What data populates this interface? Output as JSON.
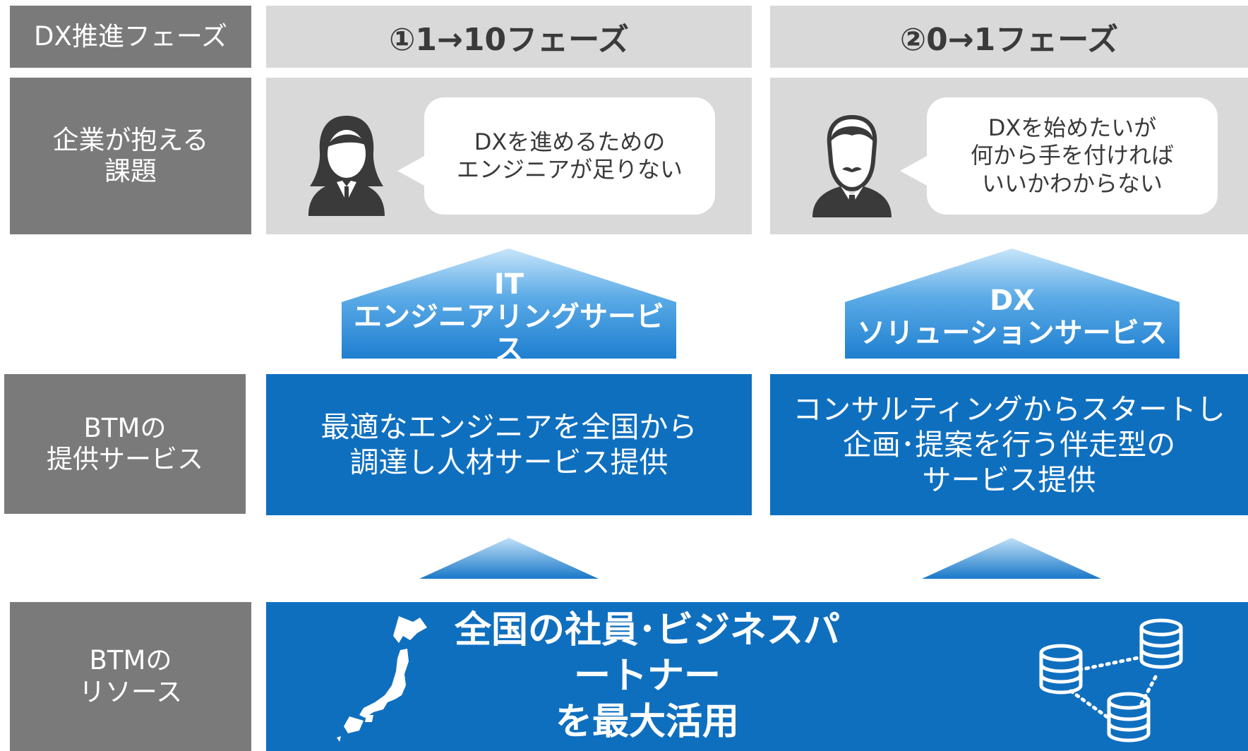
{
  "row_labels": {
    "phase": "DX推進フェーズ",
    "challenge": "企業が抱える\n課題",
    "service": "BTMの\n提供サービス",
    "resource": "BTMの\nリソース"
  },
  "phases": [
    {
      "title": "①1→10フェーズ",
      "challenge": "DXを進めるための\nエンジニアが足りない",
      "person_icon": "woman-avatar-icon",
      "service_name_line1": "IT",
      "service_name_line2": "エンジニアリングサービス",
      "service_desc": "最適なエンジニアを全国から\n調達し人材サービス提供"
    },
    {
      "title": "②0→1フェーズ",
      "challenge": "DXを始めたいが\n何から手を付ければ\nいいかわからない",
      "person_icon": "man-avatar-icon",
      "service_name_line1": "DX",
      "service_name_line2": "ソリューションサービス",
      "service_desc": "コンサルティングからスタートし\n企画･提案を行う伴走型の\nサービス提供"
    }
  ],
  "resource": {
    "line1": "全国の社員･ビジネスパートナー",
    "line2": "を最大活用",
    "map_icon": "japan-map-icon",
    "network_icon": "database-network-icon"
  },
  "colors": {
    "label_bg": "#7a7a7a",
    "panel_bg": "#d9d9d9",
    "blue": "#0f6fbf",
    "arrow_light": "#bfe0f8"
  }
}
